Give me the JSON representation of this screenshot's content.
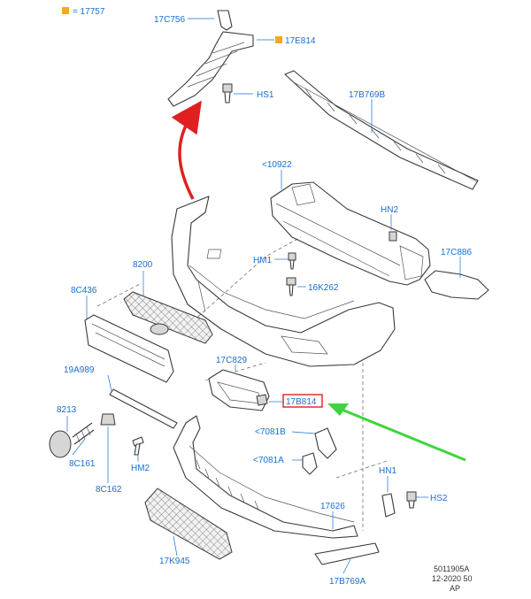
{
  "legend": {
    "label": "= 17757",
    "marker_color": "#f5a623"
  },
  "colors": {
    "callout": "#1a6fd0",
    "highlight_box": "#e02020",
    "red_arrow": "#e02020",
    "green_arrow": "#3fd43f",
    "marker": "#f5a623"
  },
  "callouts": {
    "c17C756": "17C756",
    "c17E814": "17E814",
    "cHS1": "HS1",
    "c17B769B": "17B769B",
    "c10922": "<10922",
    "cHN2": "HN2",
    "c17C886": "17C886",
    "c8200": "8200",
    "cHM1": "HM1",
    "c16K262": "16K262",
    "c8C436": "8C436",
    "c17C829": "17C829",
    "c19A989": "19A989",
    "c17B814": "17B814",
    "c8213": "8213",
    "c7081B": "<7081B",
    "c7081A": "<7081A",
    "c8C161": "8C161",
    "cHM2": "HM2",
    "cHN1": "HN1",
    "cHS2": "HS2",
    "c8C162": "8C162",
    "c17626": "17626",
    "c17K945": "17K945",
    "c17B769A": "17B769A"
  },
  "reference": {
    "line1": "5011905A",
    "line2": "12-2020 50",
    "line3": "AP"
  },
  "icons": {
    "marker": "square-marker-icon",
    "red_arrow": "red-curved-arrow-icon",
    "green_arrow": "green-pointer-arrow-icon"
  }
}
